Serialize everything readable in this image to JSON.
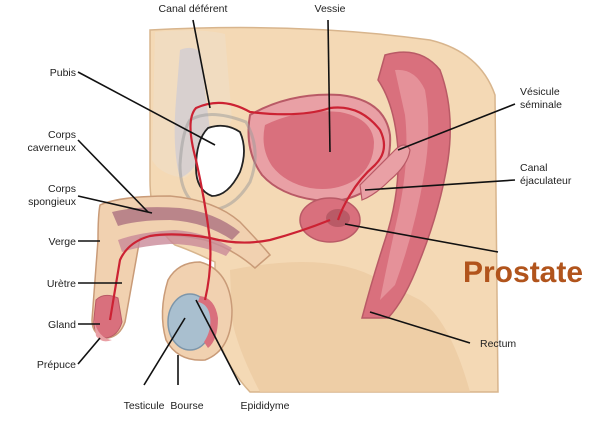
{
  "title": "Prostate",
  "labels": {
    "canal_deferent": "Canal déférent",
    "vessie": "Vessie",
    "pubis": "Pubis",
    "vesicule_1": "Vésicule",
    "vesicule_2": "séminale",
    "corps_caverneux_1": "Corps",
    "corps_caverneux_2": "caverneux",
    "corps_spongieux_1": "Corps",
    "corps_spongieux_2": "spongieux",
    "canal_ejac_1": "Canal",
    "canal_ejac_2": "éjaculateur",
    "verge": "Verge",
    "uretre": "Urètre",
    "gland": "Gland",
    "prepuce": "Prépuce",
    "rectum": "Rectum",
    "testicule": "Testicule",
    "bourse": "Bourse",
    "epididyme": "Epididyme"
  },
  "colors": {
    "title": "#b1541c",
    "skin": "#f4d9b5",
    "tissue": "#e8c9a0",
    "organ_pink": "#d9707d",
    "organ_light": "#e9a0a5",
    "deferent_duct": "#cc2233",
    "bone": "#ffffff",
    "testis": "#a9bfcf",
    "leader_line": "#111111"
  }
}
